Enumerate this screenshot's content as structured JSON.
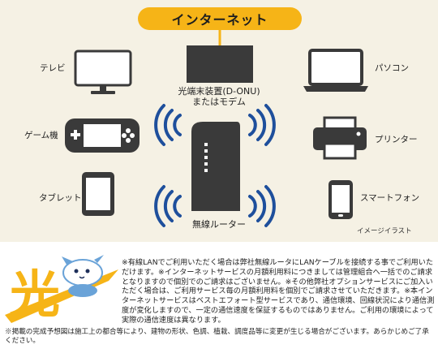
{
  "internet_label": "インターネット",
  "devices": {
    "tv": "テレビ",
    "game": "ゲーム機",
    "tablet": "タブレット",
    "pc": "パソコン",
    "printer": "プリンター",
    "smartphone": "スマートフォン"
  },
  "onu_label_line1": "光端末装置(D-ONU)",
  "onu_label_line2": "またはモデム",
  "router_label": "無線ルーター",
  "image_note": "イメージイラスト",
  "logo_text": "光",
  "notes": "※有線LANでご利用いただく場合は弊社無線ルータにLANケーブルを接続する事でご利用いただけます。※インターネットサービスの月額利用料につきましては管理組合へ一括でのご請求となりますので個別でのご請求はございません。※その他弊社オプションサービスにご加入いただく場合は、ご利用サービス毎の月額利用料を個別でご請求させていただきます。※本インターネットサービスはベストエフォート型サービスであり、通信環境、回線状況により通信測度が変化しますので、一定の通信速度を保証するものではありません。ご利用の環境によって実際の通信速度は異なります。",
  "footnote": "※掲載の完成予想図は施工上の都合等により、建物の形状、色調、植栽、調度品等に変更が生じる場合がございます。あらかじめご了承ください。",
  "colors": {
    "accent": "#f6b417",
    "device": "#3a3a3a",
    "bg": "#f5f1e4",
    "wave": "#1e4f9c"
  }
}
